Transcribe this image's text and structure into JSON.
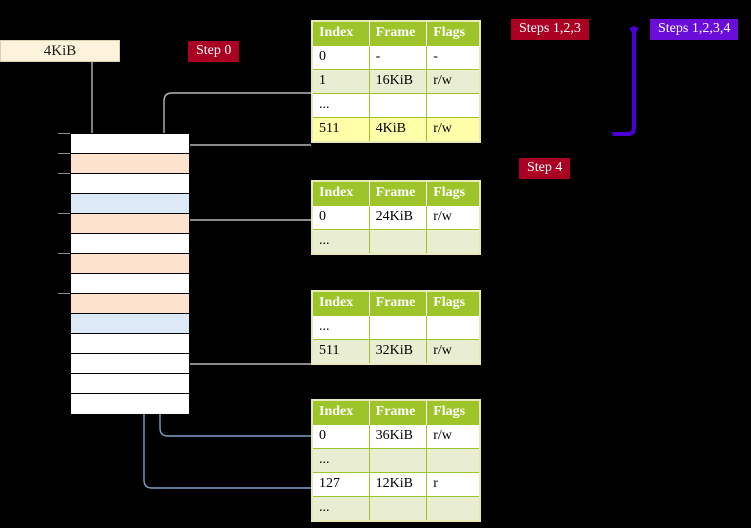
{
  "diagram": {
    "title": "Multi-level page table walk",
    "background_color": "#000000"
  },
  "memory_box": {
    "label": "4KiB",
    "name": "frame-size-box"
  },
  "badges": [
    {
      "id": "step0",
      "label": "Step 0",
      "color": "#aa0022"
    },
    {
      "id": "step4",
      "label": "Step 4",
      "color": "#aa0022"
    },
    {
      "id": "s123",
      "label": "Steps 1,2,3",
      "color": "#aa0022"
    },
    {
      "id": "s1234",
      "label": "Steps 1,2,3,4",
      "color": "#6a0dd8"
    }
  ],
  "memory_column": {
    "name": "physical-memory-column",
    "cells": [
      {
        "index": 0,
        "fill": "white",
        "tick": true
      },
      {
        "index": 1,
        "fill": "peach",
        "tick": true
      },
      {
        "index": 2,
        "fill": "white",
        "tick": true
      },
      {
        "index": 3,
        "fill": "blue",
        "tick": false
      },
      {
        "index": 4,
        "fill": "peach",
        "tick": true
      },
      {
        "index": 5,
        "fill": "white",
        "tick": false
      },
      {
        "index": 6,
        "fill": "peach",
        "tick": true
      },
      {
        "index": 7,
        "fill": "white",
        "tick": false
      },
      {
        "index": 8,
        "fill": "peach",
        "tick": true
      },
      {
        "index": 9,
        "fill": "blue",
        "tick": false
      },
      {
        "index": 10,
        "fill": "white",
        "tick": false
      },
      {
        "index": 11,
        "fill": "white",
        "tick": false
      },
      {
        "index": 12,
        "fill": "white",
        "tick": false
      },
      {
        "index": 13,
        "fill": "white",
        "tick": false
      }
    ]
  },
  "tables": [
    {
      "id": "ptable-0",
      "name": "page-table-level-0",
      "columns": [
        "Index",
        "Frame",
        "Flags"
      ],
      "rows": [
        {
          "cells": [
            "0",
            "-",
            "-"
          ],
          "style": "plain"
        },
        {
          "cells": [
            "1",
            "16KiB",
            "r/w"
          ],
          "style": "alt"
        },
        {
          "cells": [
            "...",
            "",
            ""
          ],
          "style": "plain"
        },
        {
          "cells": [
            "511",
            "4KiB",
            "r/w"
          ],
          "style": "hl"
        }
      ]
    },
    {
      "id": "ptable-1",
      "name": "page-table-level-1",
      "columns": [
        "Index",
        "Frame",
        "Flags"
      ],
      "rows": [
        {
          "cells": [
            "0",
            "24KiB",
            "r/w"
          ],
          "style": "plain"
        },
        {
          "cells": [
            "...",
            "",
            ""
          ],
          "style": "alt"
        }
      ]
    },
    {
      "id": "ptable-2",
      "name": "page-table-level-2",
      "columns": [
        "Index",
        "Frame",
        "Flags"
      ],
      "rows": [
        {
          "cells": [
            "...",
            "",
            ""
          ],
          "style": "plain"
        },
        {
          "cells": [
            "511",
            "32KiB",
            "r/w"
          ],
          "style": "alt"
        }
      ]
    },
    {
      "id": "ptable-3",
      "name": "page-table-level-3",
      "columns": [
        "Index",
        "Frame",
        "Flags"
      ],
      "rows": [
        {
          "cells": [
            "0",
            "36KiB",
            "r/w"
          ],
          "style": "plain"
        },
        {
          "cells": [
            "...",
            "",
            ""
          ],
          "style": "alt"
        },
        {
          "cells": [
            "127",
            "12KiB",
            "r"
          ],
          "style": "plain"
        },
        {
          "cells": [
            "...",
            "",
            ""
          ],
          "style": "alt"
        }
      ]
    }
  ],
  "colors": {
    "header_green": "#9dc428",
    "alt_row": "#e9eed3",
    "highlight_row": "#ffffaa",
    "peach_cell": "#fde3cd",
    "blue_cell": "#dce9f7",
    "gray_wire": "#b8b8b8",
    "blue_wire": "#7b9fc4",
    "purple_wire": "#4a00d0",
    "box_cream": "#fdf3dc"
  }
}
